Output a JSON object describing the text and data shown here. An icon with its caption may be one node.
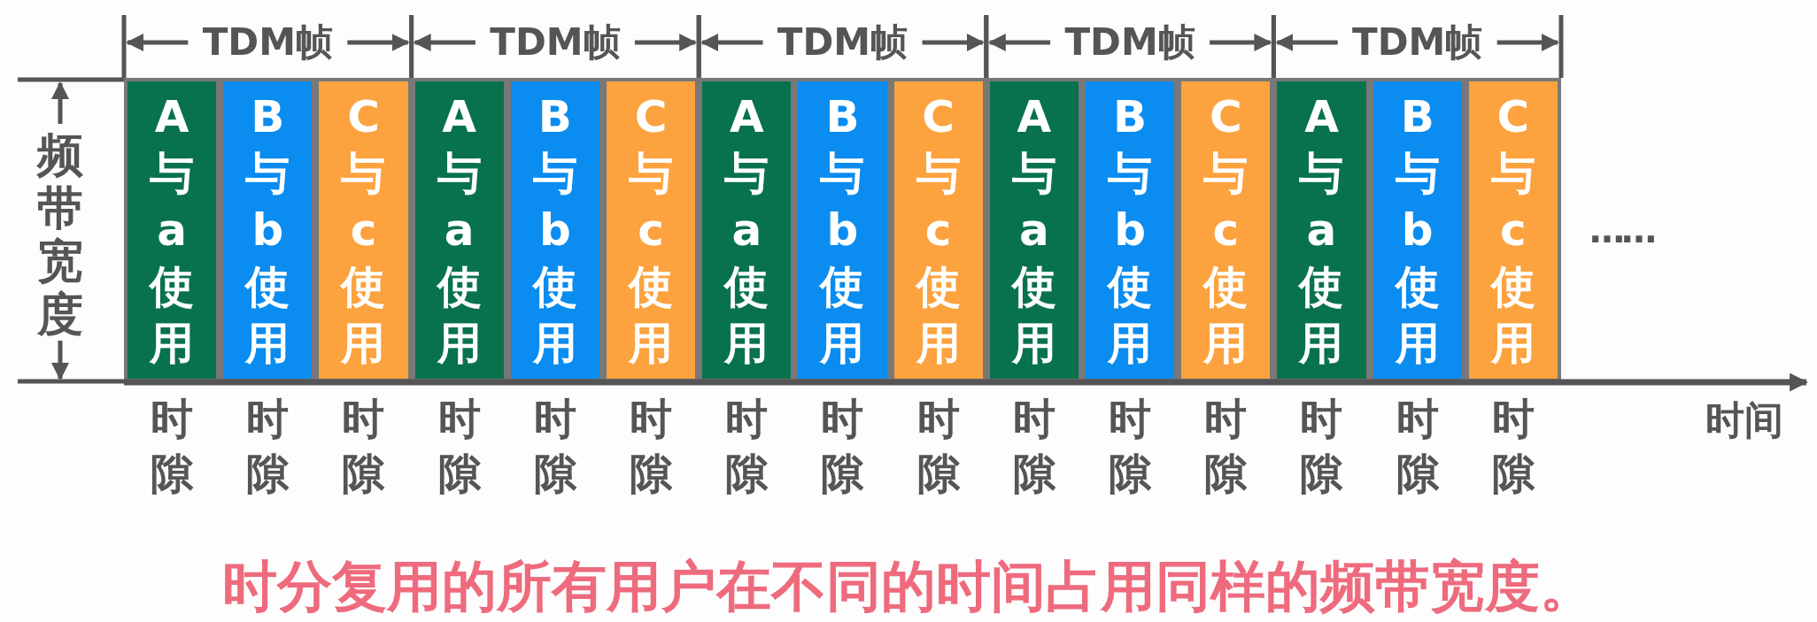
{
  "diagram": {
    "caption": "时分复用的所有用户在不同的时间占用同样的频带宽度。",
    "nodes": [
      {
        "text": [
          "A与a使用"
        ],
        "beside": [
          "时隙"
        ]
      },
      {
        "text": [
          "B与b使用"
        ],
        "beside": [
          "时隙"
        ]
      },
      {
        "text": [
          "C与c使用"
        ],
        "beside": [
          "时隙"
        ]
      },
      {
        "text": [
          "A与a使用"
        ],
        "beside": [
          "时隙"
        ]
      },
      {
        "text": [
          "B与b使用"
        ],
        "beside": [
          "时隙"
        ]
      },
      {
        "text": [
          "C与c使用"
        ],
        "beside": [
          "时隙"
        ]
      },
      {
        "text": [
          "A与a使用"
        ],
        "beside": [
          "时隙"
        ]
      },
      {
        "text": [
          "B与b使用"
        ],
        "beside": [
          "时隙"
        ]
      },
      {
        "text": [
          "C与c使用"
        ],
        "beside": [
          "时隙"
        ]
      },
      {
        "text": [
          "A与a使用"
        ],
        "beside": [
          "时隙"
        ]
      },
      {
        "text": [
          "B与b使用"
        ],
        "beside": [
          "时隙"
        ]
      },
      {
        "text": [
          "C与c使用"
        ],
        "beside": [
          "时隙"
        ]
      },
      {
        "text": [
          "A与a使用"
        ],
        "beside": [
          "时隙"
        ]
      },
      {
        "text": [
          "B与b使用"
        ],
        "beside": [
          "时隙"
        ]
      },
      {
        "text": [
          "C与c使用"
        ],
        "beside": [
          "时隙"
        ]
      }
    ],
    "edges": [],
    "labels": [
      "TDM帧",
      "TDM帧",
      "TDM帧",
      "TDM帧",
      "TDM帧",
      "频带宽度",
      "……",
      "时间"
    ]
  }
}
